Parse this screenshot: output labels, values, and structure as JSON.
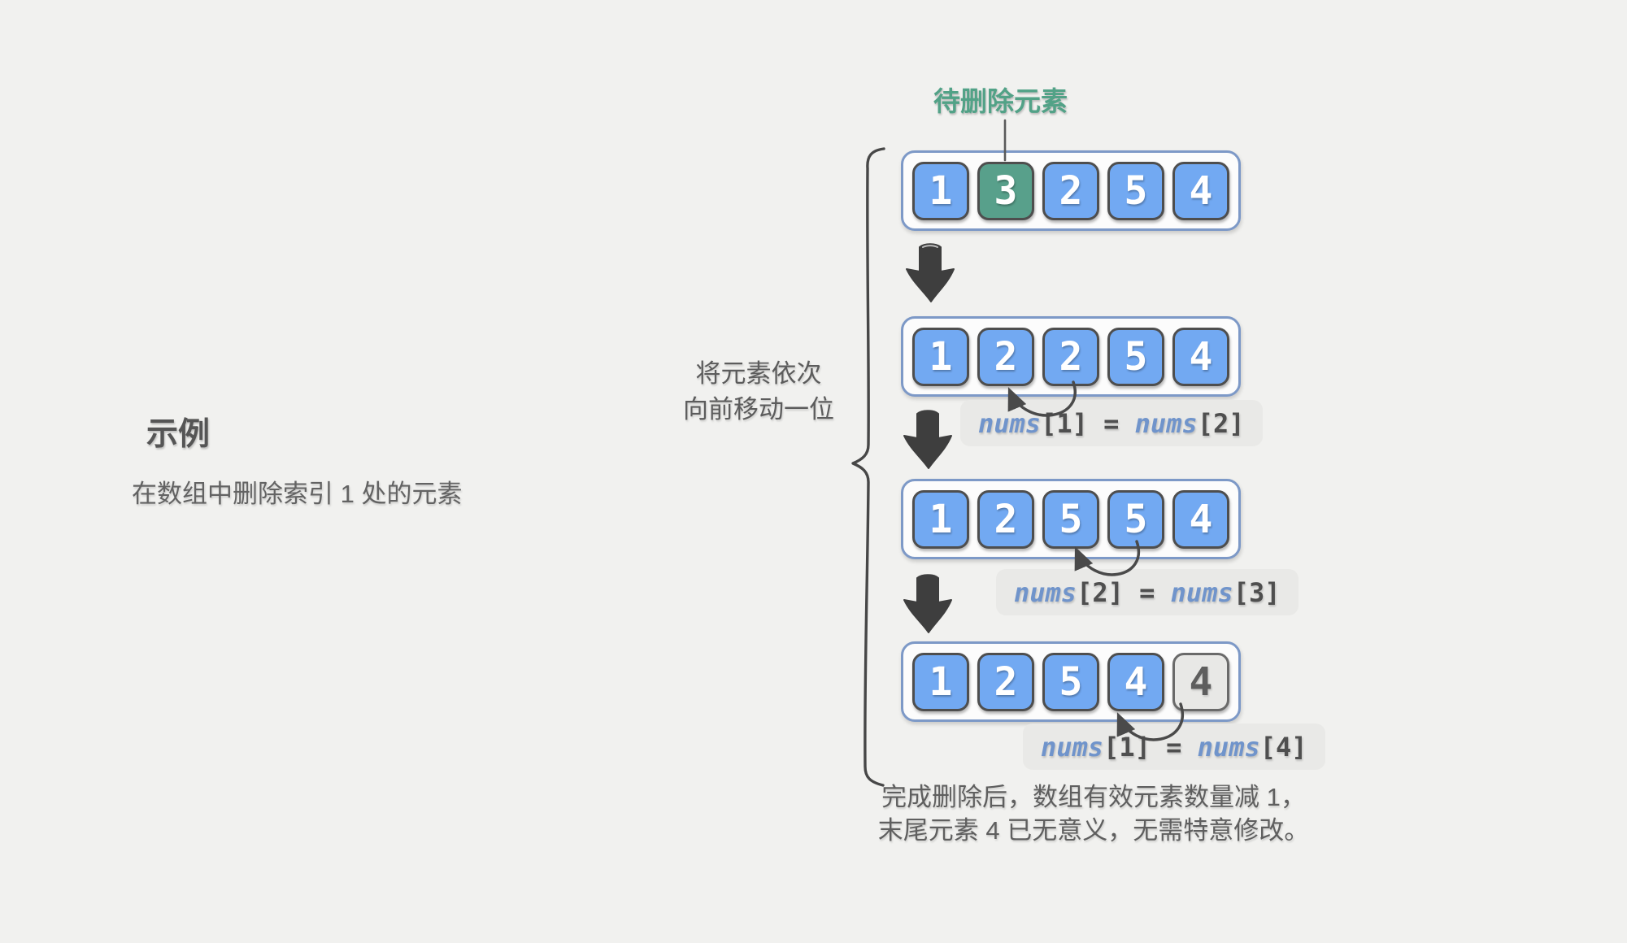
{
  "page": {
    "background": "#f1f1ef"
  },
  "example": {
    "title": "示例",
    "description": "在数组中删除索引 1 处的元素"
  },
  "annotations": {
    "delete_label": "待删除元素",
    "shift_note_line1": "将元素依次",
    "shift_note_line2": "向前移动一位",
    "footer_line1": "完成删除后，数组有效元素数量减 1，",
    "footer_line2": "末尾元素 4 已无意义，无需特意修改。"
  },
  "array_rows": [
    {
      "cells": [
        {
          "value": "1",
          "style": "blue"
        },
        {
          "value": "3",
          "style": "green"
        },
        {
          "value": "2",
          "style": "blue"
        },
        {
          "value": "5",
          "style": "blue"
        },
        {
          "value": "4",
          "style": "blue"
        }
      ]
    },
    {
      "cells": [
        {
          "value": "1",
          "style": "blue"
        },
        {
          "value": "2",
          "style": "blue"
        },
        {
          "value": "2",
          "style": "blue"
        },
        {
          "value": "5",
          "style": "blue"
        },
        {
          "value": "4",
          "style": "blue"
        }
      ]
    },
    {
      "cells": [
        {
          "value": "1",
          "style": "blue"
        },
        {
          "value": "2",
          "style": "blue"
        },
        {
          "value": "5",
          "style": "blue"
        },
        {
          "value": "5",
          "style": "blue"
        },
        {
          "value": "4",
          "style": "blue"
        }
      ]
    },
    {
      "cells": [
        {
          "value": "1",
          "style": "blue"
        },
        {
          "value": "2",
          "style": "blue"
        },
        {
          "value": "5",
          "style": "blue"
        },
        {
          "value": "4",
          "style": "blue"
        },
        {
          "value": "4",
          "style": "gray"
        }
      ]
    }
  ],
  "operations": [
    {
      "parts": [
        "nums",
        "[1]",
        " = ",
        "nums",
        "[2]"
      ]
    },
    {
      "parts": [
        "nums",
        "[2]",
        " = ",
        "nums",
        "[3]"
      ]
    },
    {
      "parts": [
        "nums",
        "[1]",
        " = ",
        "nums",
        "[4]"
      ]
    }
  ],
  "colors": {
    "cell_blue": "#72a9f2",
    "cell_green": "#58a08b",
    "cell_gray": "#e8e8e6",
    "cell_border": "#4e4e4e",
    "container_border": "#7d99c7",
    "container_bg": "#fcfcfc",
    "delete_label_green": "#52a287",
    "code_blue": "#7094cb",
    "arrow_dark": "#3e3e3e",
    "text_gray": "#5c5c5c",
    "label_bg": "#e9e9e7"
  }
}
